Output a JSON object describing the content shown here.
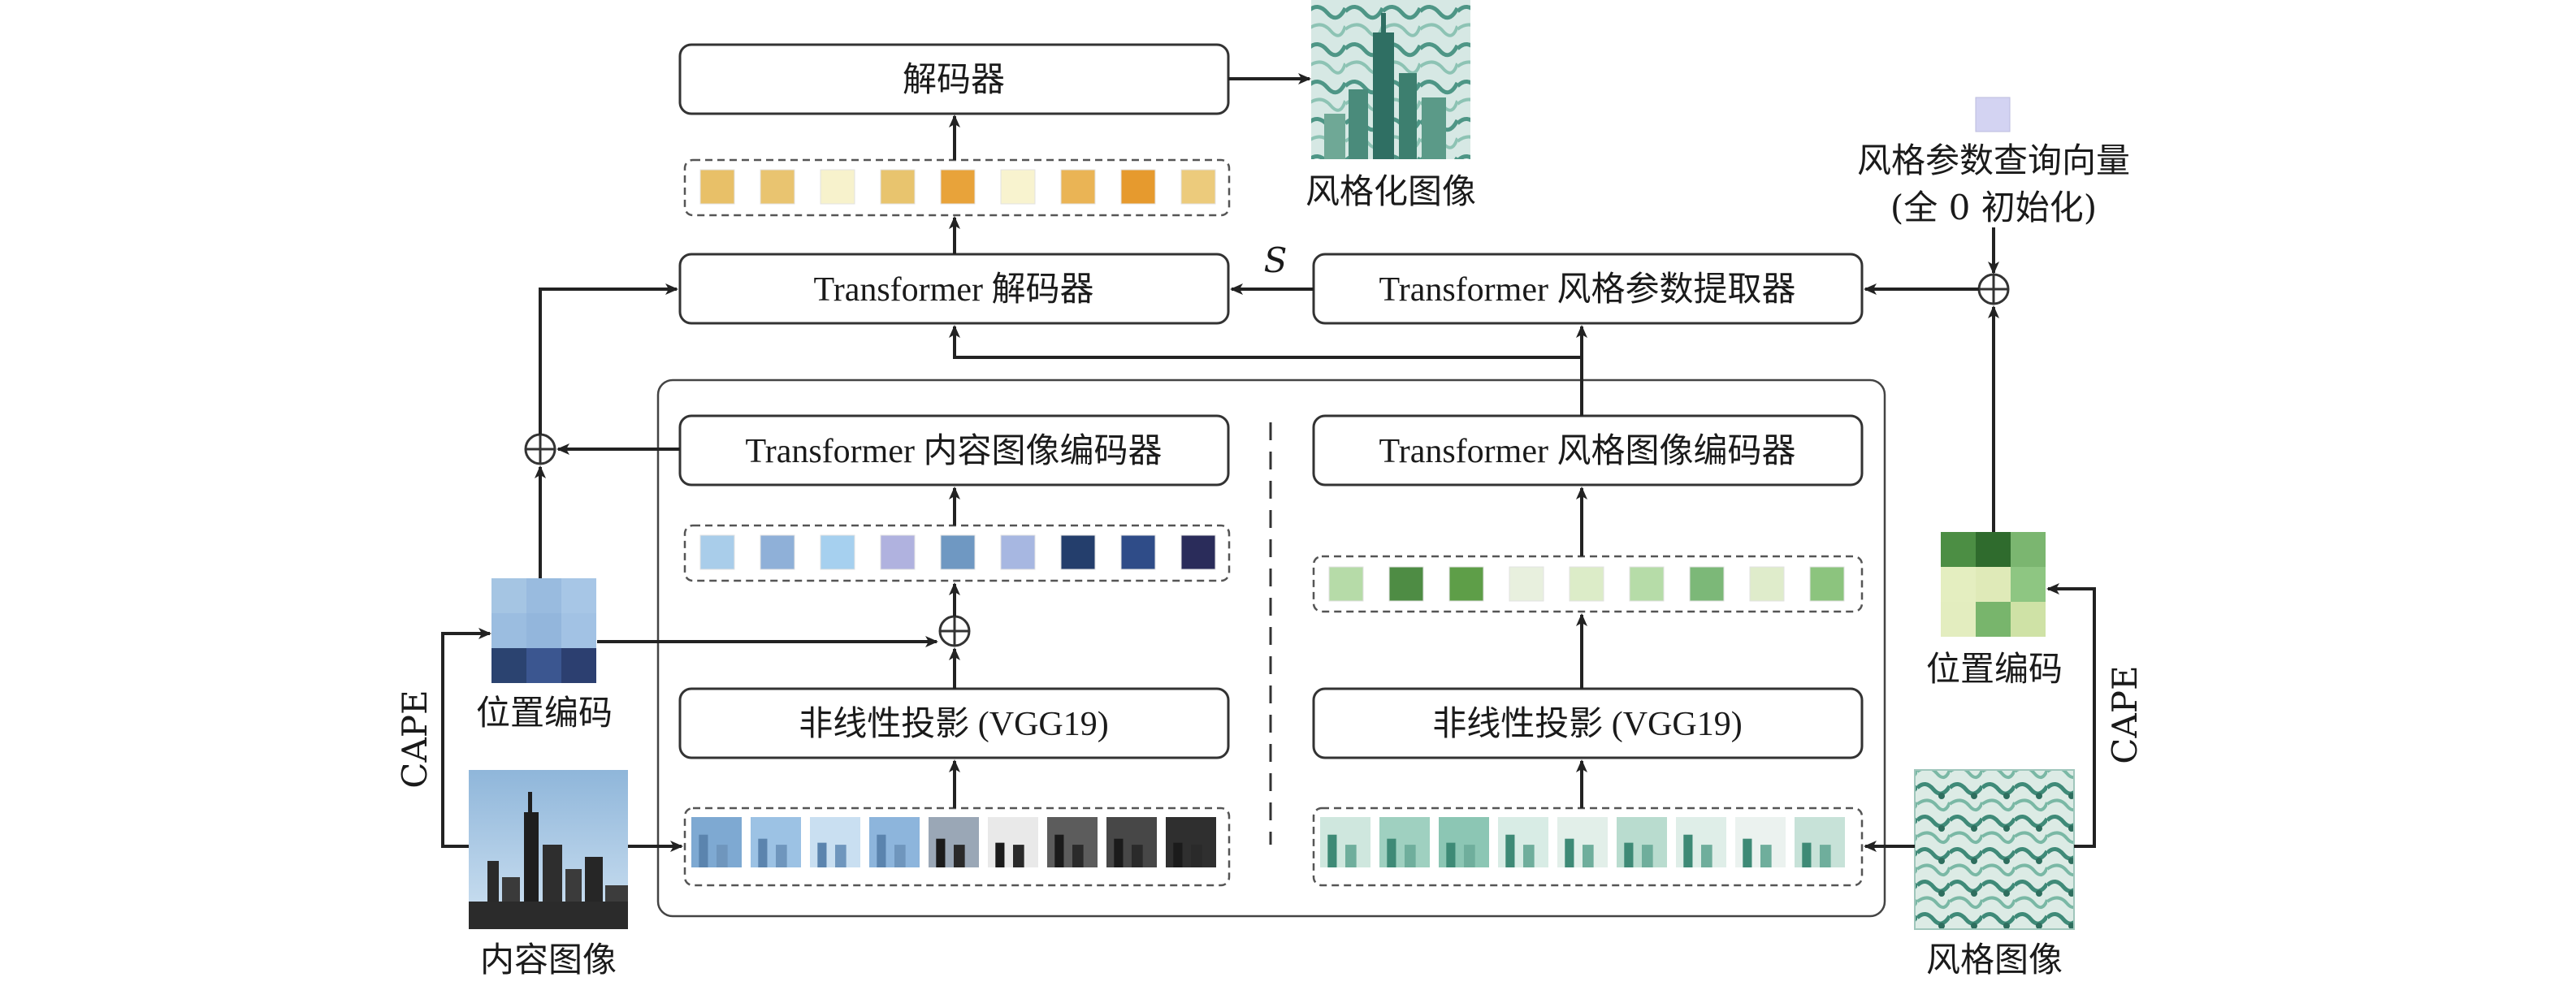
{
  "boxes": {
    "decoder": "解码器",
    "transformer_decoder": "Transformer 解码器",
    "style_param_extractor": "Transformer 风格参数提取器",
    "content_encoder": "Transformer 内容图像编码器",
    "style_encoder": "Transformer 风格图像编码器",
    "content_projection": "非线性投影 (VGG19)",
    "style_projection": "非线性投影 (VGG19)"
  },
  "labels": {
    "stylized_image": "风格化图像",
    "query_line1": "风格参数查询向量",
    "query_line2": "(全 0 初始化)",
    "s_symbol": "S",
    "pos_enc_left": "位置编码",
    "pos_enc_right": "位置编码",
    "cape_left": "CAPE",
    "cape_right": "CAPE",
    "content_image": "内容图像",
    "style_image": "风格图像"
  },
  "colors": {
    "decoder_tokens": [
      "#e8c068",
      "#e9c470",
      "#f7f2cc",
      "#e8c46e",
      "#e8a33a",
      "#f8f3cf",
      "#eab455",
      "#e69a2e",
      "#eccb7c"
    ],
    "content_tokens": [
      "#a9cdea",
      "#8fb0d8",
      "#a6d0ef",
      "#b0b2df",
      "#6f98c2",
      "#a7b7e1",
      "#243e6c",
      "#2f4c88",
      "#2a2c5a"
    ],
    "style_tokens": [
      "#b6dba8",
      "#4e8c44",
      "#5e9e48",
      "#e8f0de",
      "#dcecc8",
      "#b6dca8",
      "#7cb878",
      "#dfeccb",
      "#8cc47e"
    ],
    "query_vector": "#d3d3f2",
    "pos_enc_left_grid": [
      "#a5c5e3",
      "#99bbdf",
      "#a7c6e6",
      "#9bbde0",
      "#93b6dc",
      "#a2c2e4",
      "#2b4370",
      "#3b5690",
      "#2c3f70"
    ],
    "pos_enc_right_grid": [
      "#4c8e44",
      "#2f6b2d",
      "#7bb670",
      "#e4eec0",
      "#dfeab8",
      "#8ec682",
      "#e3edbf",
      "#78b56c",
      "#cfe2a6"
    ]
  }
}
